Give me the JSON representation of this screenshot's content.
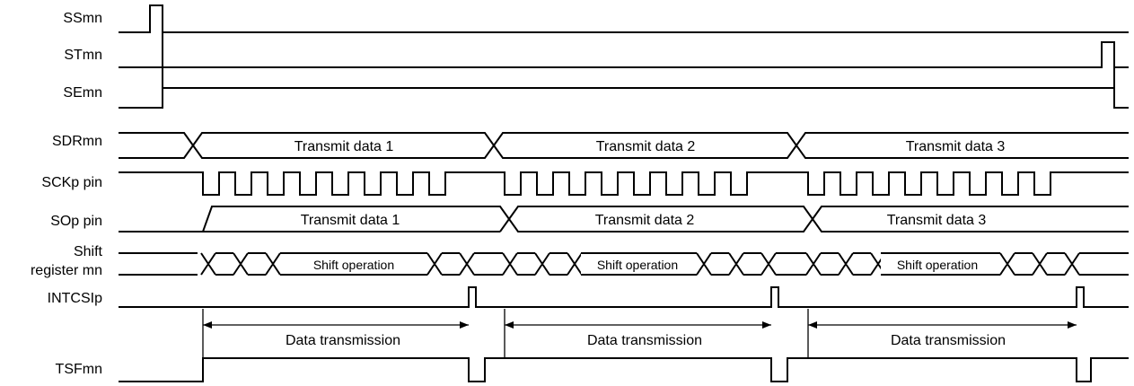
{
  "signals": {
    "ssmn": "SSmn",
    "stmn": "STmn",
    "semn": "SEmn",
    "sdrmn": "SDRmn",
    "sckp": "SCKp pin",
    "sop": "SOp pin",
    "shift_line1": "Shift",
    "shift_line2": "register mn",
    "intcsip": "INTCSIp",
    "tsfmn": "TSFmn"
  },
  "frames": [
    {
      "sdr_label": "Transmit data 1",
      "so_label": "Transmit data 1",
      "shift_label": "Shift operation",
      "span_label": "Data transmission"
    },
    {
      "sdr_label": "Transmit data 2",
      "so_label": "Transmit data 2",
      "shift_label": "Shift operation",
      "span_label": "Data transmission"
    },
    {
      "sdr_label": "Transmit data 3",
      "so_label": "Transmit data 3",
      "shift_label": "Shift operation",
      "span_label": "Data transmission"
    }
  ]
}
